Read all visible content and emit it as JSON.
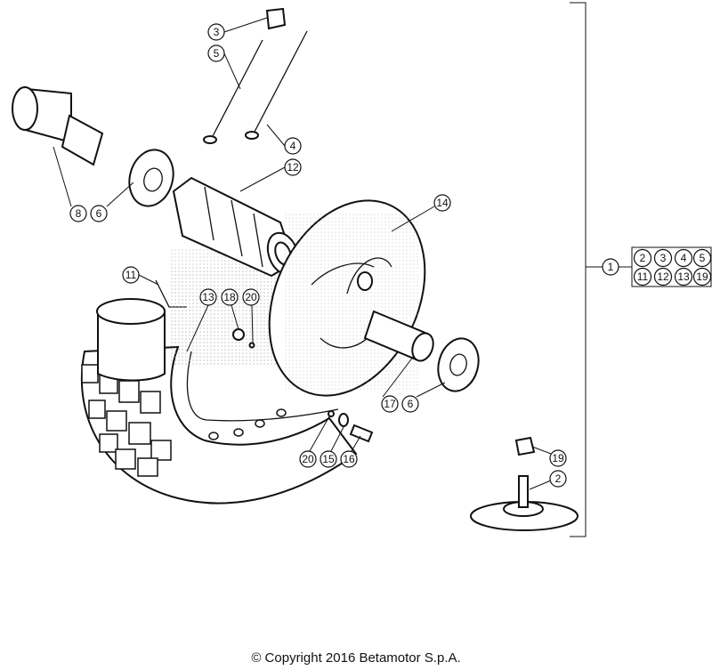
{
  "diagram": {
    "callouts": {
      "c3": "3",
      "c5": "5",
      "c4": "4",
      "c12": "12",
      "c8": "8",
      "c6a": "6",
      "c14": "14",
      "c11": "11",
      "c13": "13",
      "c18": "18",
      "c20a": "20",
      "c1": "1",
      "c17": "17",
      "c6b": "6",
      "c20b": "20",
      "c15": "15",
      "c16": "16",
      "c19": "19",
      "c2": "2"
    },
    "kit_box": {
      "row1": [
        "2",
        "3",
        "4",
        "5"
      ],
      "row2": [
        "11",
        "12",
        "13",
        "19"
      ]
    }
  },
  "footer": {
    "copyright": "© Copyright 2016 Betamotor S.p.A."
  }
}
